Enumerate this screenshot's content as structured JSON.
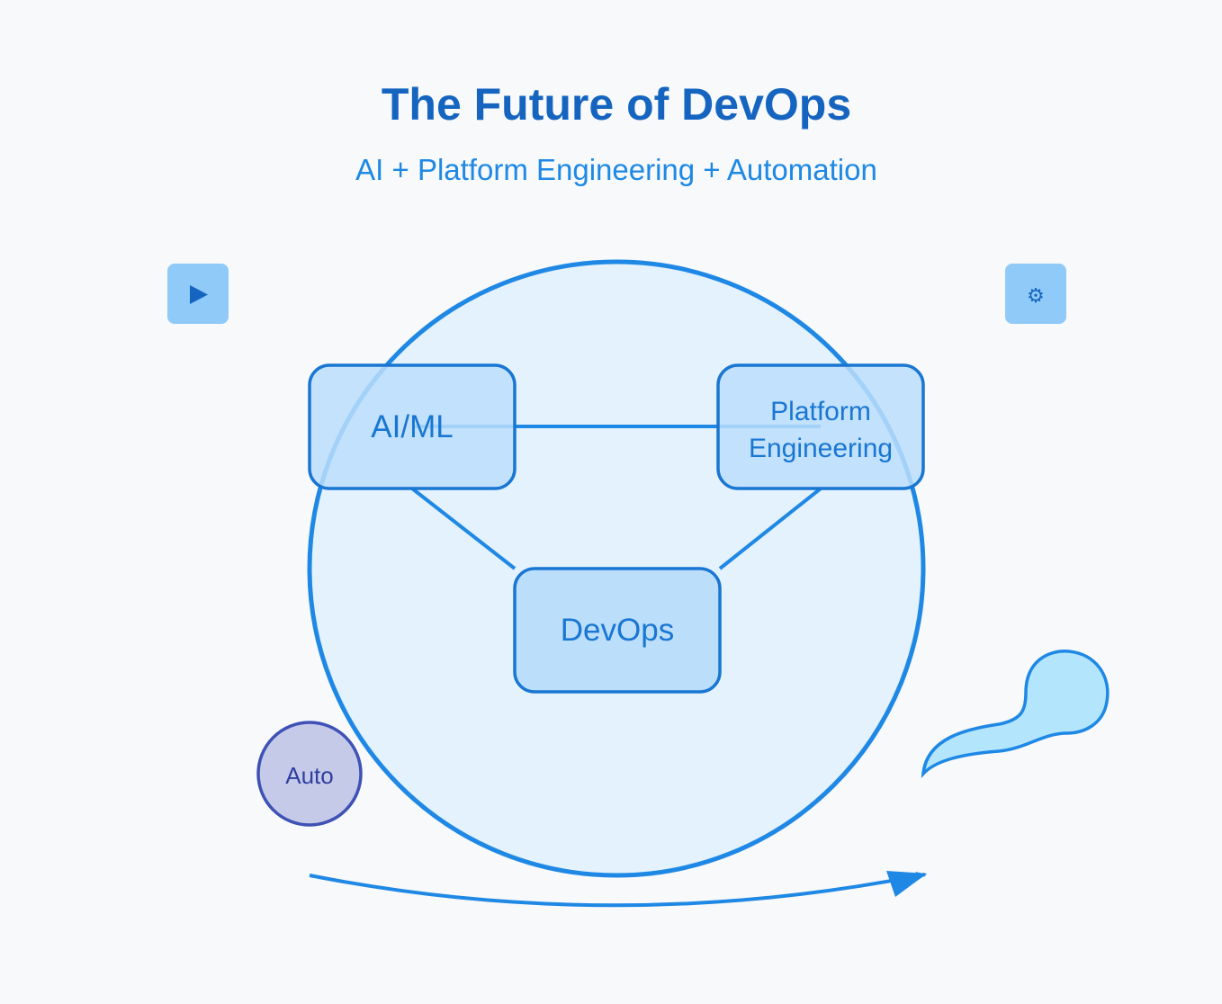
{
  "title": "The Future of DevOps",
  "subtitle": "AI + Platform Engineering + Automation",
  "nodes": {
    "ai_ml": "AI/ML",
    "platform_line1": "Platform",
    "platform_line2": "Engineering",
    "devops": "DevOps",
    "auto": "Auto"
  },
  "icons": {
    "left": {
      "name": "play-icon",
      "glyph": "▶"
    },
    "right": {
      "name": "gear-icon",
      "glyph": "⚙"
    }
  },
  "colors": {
    "background": "#f7f9fb",
    "primary": "#1f88e5",
    "text_blue": "#1565c0",
    "circle_fill": "#e3f2fd",
    "box_fill": "#bbdefb",
    "icon_fill": "#90caf9",
    "auto_fill": "#c5cae9",
    "auto_stroke": "#3f51b5",
    "auto_text": "#303f9f",
    "blob_fill": "#b3e5fc",
    "blob_stroke": "#1e88e5"
  }
}
